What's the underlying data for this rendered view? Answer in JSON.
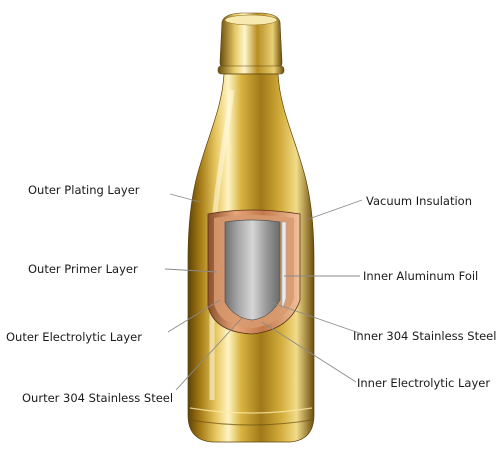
{
  "labels": {
    "outer_plating_layer": "Outer Plating Layer",
    "outer_primer_layer": "Outer Primer Layer",
    "outer_electrolytic_layer": "Outer Electrolytic Layer",
    "outer_304_stainless_steel": "Ourter 304 Stainless Steel",
    "vacuum_insulation": "Vacuum Insulation",
    "inner_aluminum_foil": "Inner Aluminum Foil",
    "inner_304_stainless_steel": "Inner 304 Stainless Steel",
    "inner_electrolytic_layer": "Inner Electrolytic Layer"
  },
  "colors": {
    "gold_dark": "#7a5a0c",
    "gold_mid": "#c9a12e",
    "gold_light": "#f6e7a8",
    "copper": "#c8835a",
    "steel_dark": "#6e6e6e",
    "steel_light": "#d2d2d2"
  }
}
